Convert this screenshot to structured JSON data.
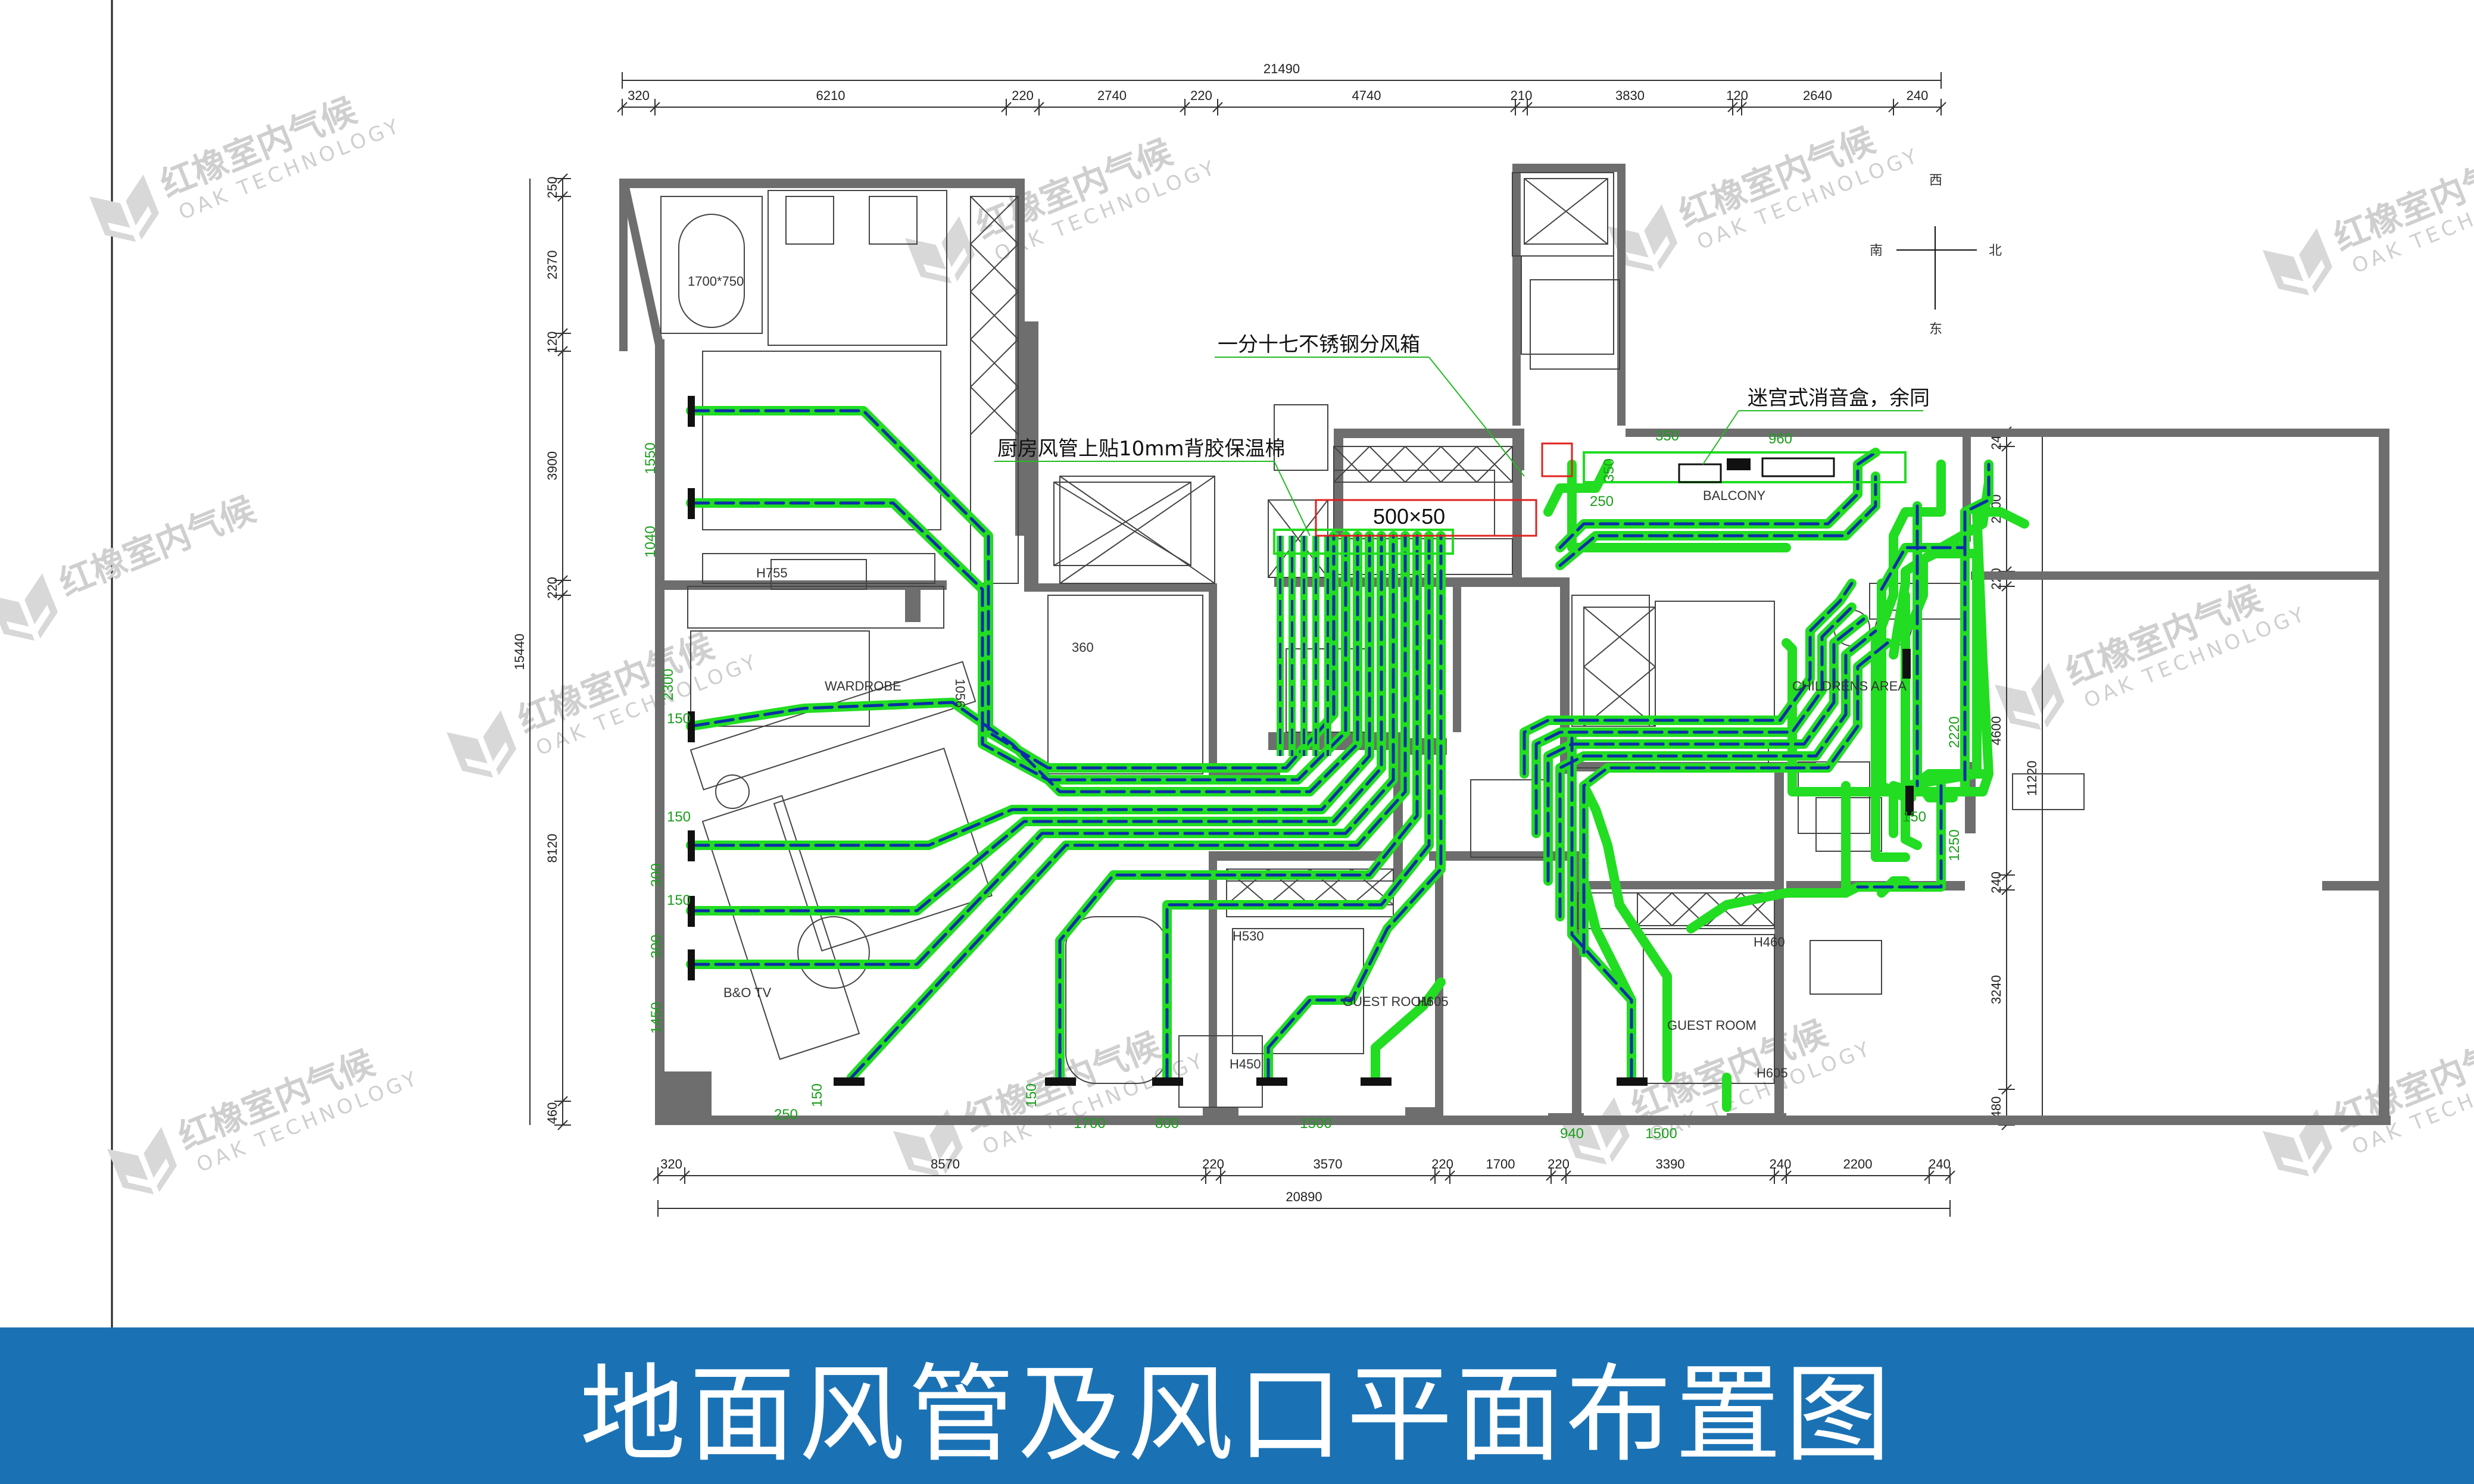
{
  "title": "地面风管及风口平面布置图",
  "colors": {
    "banner": "#1a72b5",
    "duct_outer": "#22dd22",
    "duct_inner": "#0b2ea8",
    "wall": "#6e6e6e",
    "dimension_green": "#1a9e1a",
    "box_red": "#e02020"
  },
  "watermark": {
    "brand": "红橡室内气候",
    "sub": "OAK TECHNOLOGY",
    "icon": "oak-logo-icon"
  },
  "dimensions": {
    "top_total": "21490",
    "top_segments": [
      "320",
      "6210",
      "220",
      "2740",
      "220",
      "4740",
      "210",
      "3830",
      "120",
      "2640",
      "240"
    ],
    "bottom_total": "20890",
    "bottom_segments": [
      "320",
      "8570",
      "220",
      "3570",
      "220",
      "1700",
      "220",
      "3390",
      "240",
      "2200",
      "240"
    ],
    "left_total": "15440",
    "left_segments": [
      "250",
      "2370",
      "120",
      "3900",
      "220",
      "8120",
      "460"
    ],
    "right_total": "11220",
    "right_segments": [
      "240",
      "2200",
      "220",
      "4600",
      "240",
      "3240",
      "480"
    ]
  },
  "compass": {
    "north": "北",
    "south": "南",
    "east": "东",
    "west": "西"
  },
  "annotations": {
    "manifold": "一分十七不锈钢分风箱",
    "silencer": "迷宫式消音盒，余同",
    "kitchen_duct": "厨房风管上贴10mm背胶保温棉",
    "box_size": "500×50"
  },
  "rooms": {
    "wardrobe": "WARDROBE",
    "childrens": "CHILDRENS AREA",
    "balcony": "BALCONY",
    "guest1": "GUEST ROOM",
    "guest2": "GUEST ROOM",
    "tv": "B&O TV",
    "tub": "1700*750",
    "h755": "H755",
    "h605a": "H605",
    "h605b": "H605",
    "h530": "H530",
    "h450": "H450",
    "h460": "H460",
    "d1056": "1056",
    "d360": "360"
  },
  "duct_labels": [
    "1550",
    "1040",
    "2300",
    "150",
    "150",
    "150",
    "300",
    "300",
    "1450",
    "250",
    "1700",
    "800",
    "1500",
    "150",
    "150",
    "940",
    "1500",
    "350",
    "350",
    "250",
    "960",
    "2220",
    "1250",
    "150"
  ]
}
